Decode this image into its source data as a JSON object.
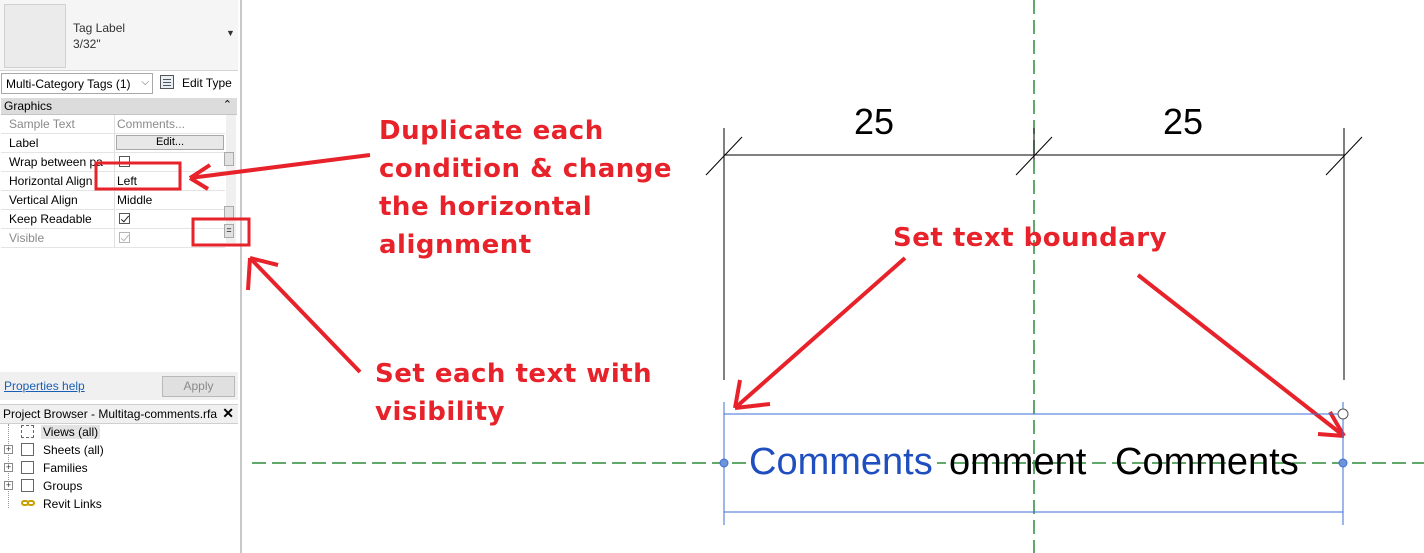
{
  "type_selector": {
    "name": "Tag Label",
    "size": "3/32\""
  },
  "category": {
    "selected": "Multi-Category Tags (1)",
    "edit_type": "Edit Type"
  },
  "section": {
    "title": "Graphics"
  },
  "properties": [
    {
      "key": "Sample Text",
      "value": "Comments..."
    },
    {
      "key": "Label",
      "value": "Edit..."
    },
    {
      "key": "Wrap between pa",
      "value": ""
    },
    {
      "key": "Horizontal Align",
      "value": "Left"
    },
    {
      "key": "Vertical Align",
      "value": "Middle"
    },
    {
      "key": "Keep Readable",
      "value": ""
    },
    {
      "key": "Visible",
      "value": ""
    }
  ],
  "checks": {
    "wrap": false,
    "keep_readable": true,
    "visible": true
  },
  "footer": {
    "help": "Properties help",
    "apply": "Apply"
  },
  "project_browser": {
    "title": "Project Browser - Multitag-comments.rfa",
    "items": [
      "Views (all)",
      "Sheets (all)",
      "Families",
      "Groups",
      "Revit Links"
    ]
  },
  "canvas": {
    "dim_left": "25",
    "dim_right": "25",
    "label_1": "Comments",
    "label_2": "omment",
    "label_3": "Comments",
    "colors": {
      "annotation": "#e8222a",
      "selected_text": "#1f4fbf",
      "boundary": "#3b6fd6",
      "ref_plane": "#2e8b3a"
    }
  },
  "annotations": {
    "a1": [
      "Duplicate each",
      "condition & change",
      "the horizontal",
      "alignment"
    ],
    "a2": "Set text boundary",
    "a3": [
      "Set each text with",
      "visibility"
    ]
  }
}
